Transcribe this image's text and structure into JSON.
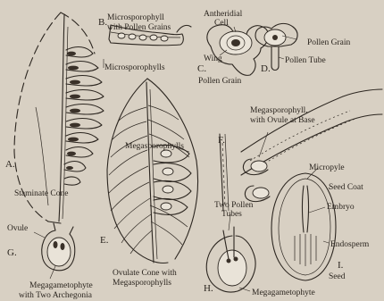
{
  "panels": {
    "A": {
      "letter": "A.",
      "caption": "Staminate Cone",
      "part_label": "Microsporophylls"
    },
    "B": {
      "letter": "B.",
      "caption_line1": "Microsporophyll",
      "caption_line2": "with Pollen Grains"
    },
    "C": {
      "letter": "C.",
      "label_top_line1": "Antheridial",
      "label_top_line2": "Cell",
      "label_wing": "Wing",
      "caption": "Pollen Grain"
    },
    "D": {
      "letter": "D.",
      "label_grain": "Pollen Grain",
      "label_tube": "Pollen Tube"
    },
    "E": {
      "letter": "E.",
      "part_label": "Megasporophylls",
      "caption_line1": "Ovulate Cone with",
      "caption_line2": "Megasporophylls"
    },
    "F": {
      "letter": "F.",
      "label_line1": "Megasporophyll,",
      "label_line2": "with Ovule at Base"
    },
    "G": {
      "letter": "G.",
      "label_top": "Ovule",
      "caption_line1": "Megagametophyte",
      "caption_line2": "with Two Archegonia"
    },
    "H": {
      "letter": "H.",
      "label_tubes_line1": "Two Pollen",
      "label_tubes_line2": "Tubes",
      "label_bottom": "Megagametophyte"
    },
    "I": {
      "letter": "I.",
      "label_micropyle": "Micropyle",
      "label_coat": "Seed Coat",
      "label_embryo": "Embryo",
      "label_endosperm": "Endosperm",
      "caption": "Seed"
    }
  }
}
